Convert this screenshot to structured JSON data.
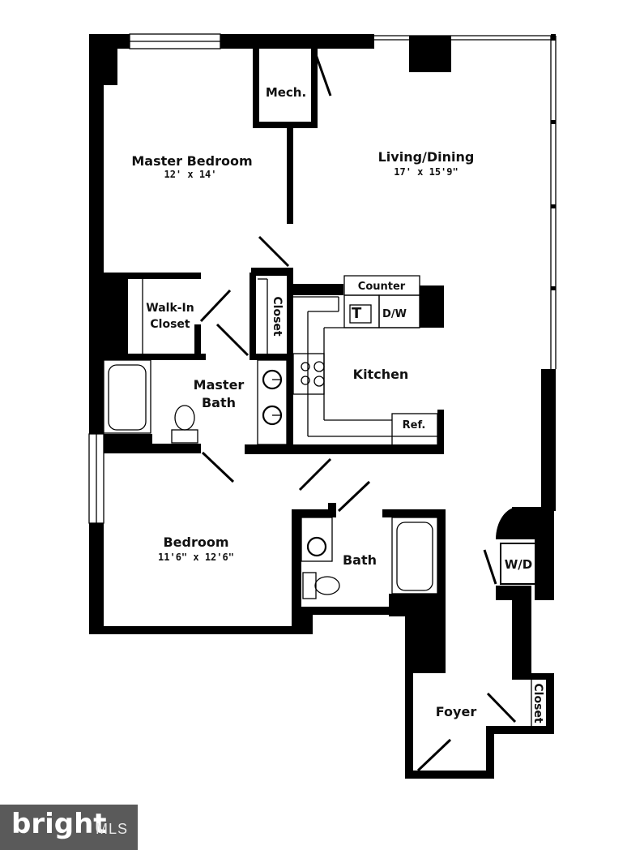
{
  "rooms": {
    "master_bedroom": {
      "name": "Master Bedroom",
      "size": "12' x 14'"
    },
    "living_dining": {
      "name": "Living/Dining",
      "size": "17' x 15'9\""
    },
    "mech": {
      "name": "Mech."
    },
    "walk_in_closet": {
      "line1": "Walk-In",
      "line2": "Closet"
    },
    "closet_master": {
      "name": "Closet"
    },
    "master_bath": {
      "line1": "Master",
      "line2": "Bath"
    },
    "kitchen": {
      "name": "Kitchen"
    },
    "bedroom": {
      "name": "Bedroom",
      "size": "11'6\" x 12'6\""
    },
    "bath": {
      "name": "Bath"
    },
    "foyer": {
      "name": "Foyer"
    },
    "closet_foyer": {
      "name": "Closet"
    }
  },
  "fixtures": {
    "counter": "Counter",
    "dishwasher": "D/W",
    "refrigerator": "Ref.",
    "washer_dryer": "W/D"
  },
  "watermark": {
    "brand": "bright",
    "suffix": "MLS"
  }
}
